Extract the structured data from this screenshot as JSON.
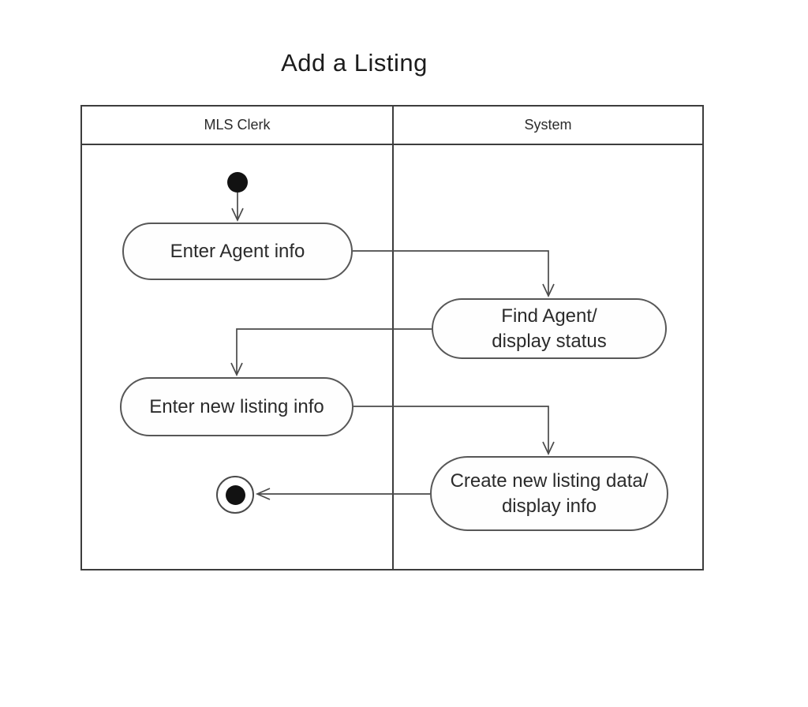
{
  "diagram": {
    "title": "Add a Listing",
    "kind": "uml-activity-diagram-with-swimlanes"
  },
  "lanes": [
    {
      "label": "MLS Clerk"
    },
    {
      "label": "System"
    }
  ],
  "nodes": {
    "start": {
      "kind": "initial-node"
    },
    "enter_agent": {
      "label": "Enter Agent info",
      "lane": "MLS Clerk"
    },
    "find_agent": {
      "label": "Find Agent/\ndisplay status",
      "lane": "System"
    },
    "enter_new_listing": {
      "label": "Enter new listing info",
      "lane": "MLS Clerk"
    },
    "create_new_listing": {
      "label": "Create new listing data/\ndisplay info",
      "lane": "System"
    },
    "end": {
      "kind": "final-node"
    }
  },
  "edges": [
    {
      "from": "start",
      "to": "enter_agent"
    },
    {
      "from": "enter_agent",
      "to": "find_agent"
    },
    {
      "from": "find_agent",
      "to": "enter_new_listing"
    },
    {
      "from": "enter_new_listing",
      "to": "create_new_listing"
    },
    {
      "from": "create_new_listing",
      "to": "end"
    }
  ],
  "colors": {
    "background": "#ffffff",
    "frame_line": "#3d3d3d",
    "node_border": "#575757",
    "edge_line": "#4a4a4a",
    "text": "#2b2b2b"
  }
}
